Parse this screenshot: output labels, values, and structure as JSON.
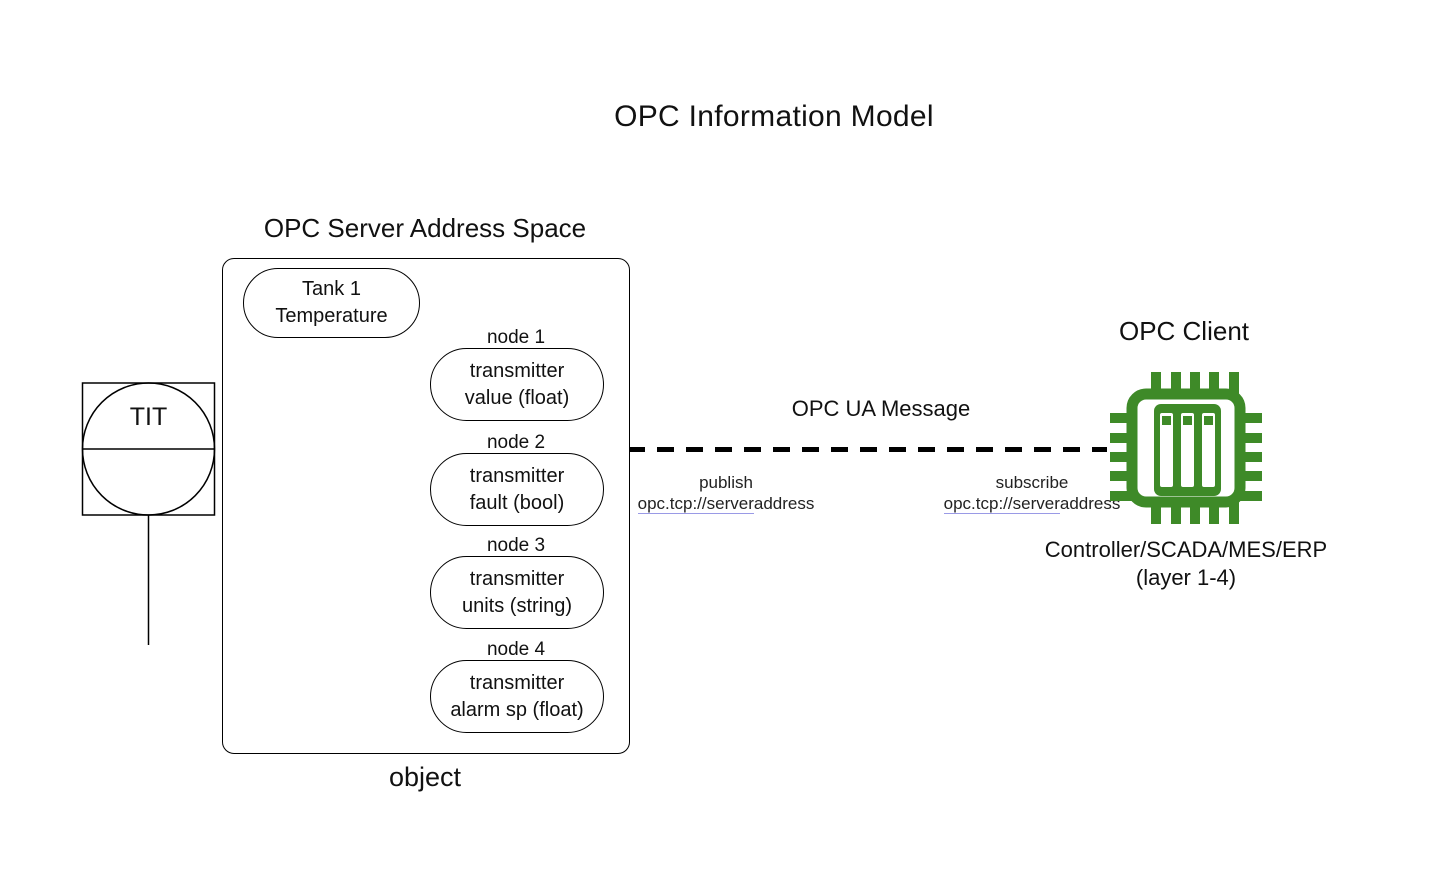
{
  "title": "OPC Information Model",
  "server": {
    "label": "OPC Server Address Space",
    "object_label": "object",
    "root_node": {
      "line1": "Tank 1",
      "line2": "Temperature"
    },
    "nodes": [
      {
        "tag": "node 1",
        "line1": "transmitter",
        "line2": "value (float)"
      },
      {
        "tag": "node 2",
        "line1": "transmitter",
        "line2": "fault (bool)"
      },
      {
        "tag": "node 3",
        "line1": "transmitter",
        "line2": "units (string)"
      },
      {
        "tag": "node 4",
        "line1": "transmitter",
        "line2": "alarm sp (float)"
      }
    ]
  },
  "instrument": {
    "label": "TIT"
  },
  "message": {
    "label": "OPC UA Message",
    "publish": {
      "action": "publish",
      "url_link": "opc.tcp://server",
      "url_rest": "address"
    },
    "subscribe": {
      "action": "subscribe",
      "url_link": "opc.tcp://server",
      "url_rest": "address"
    }
  },
  "client": {
    "label": "OPC Client",
    "caption_line1": "Controller/SCADA/MES/ERP",
    "caption_line2": "(layer 1-4)"
  },
  "icons": {
    "opc_client_chip": "cpu-chip-icon"
  },
  "colors": {
    "chip_green": "#3e8a28",
    "line_black": "#000000",
    "link_underline": "#9a9ae6",
    "text": "#111111"
  }
}
